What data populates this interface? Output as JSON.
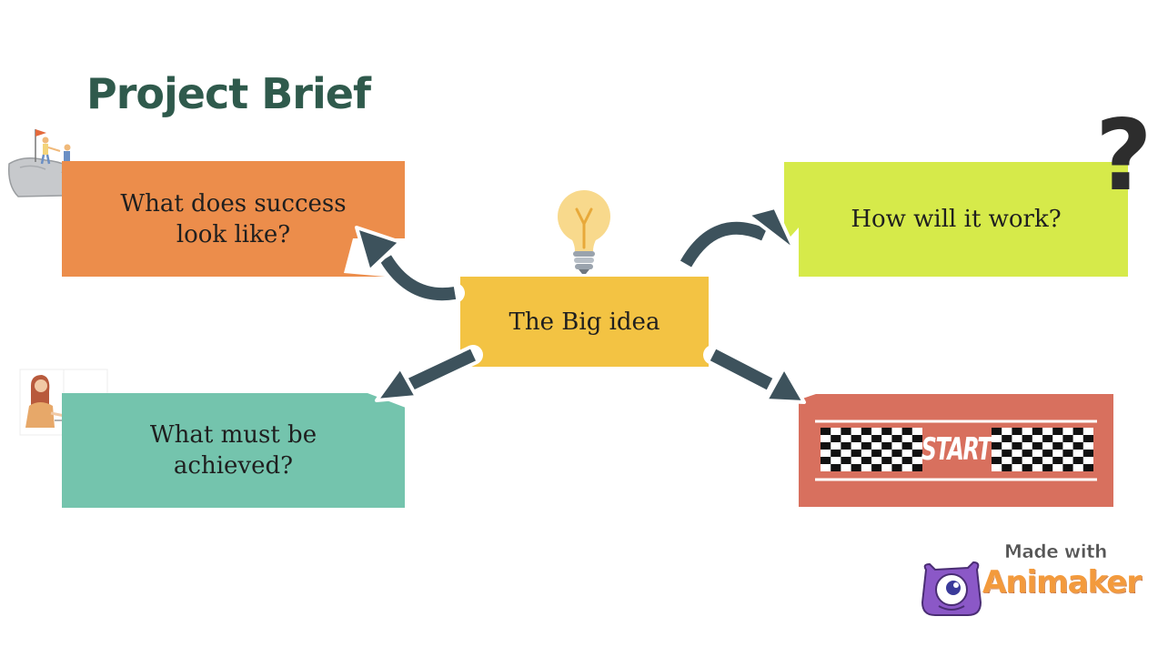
{
  "title": "Project Brief",
  "nodes": {
    "center": "The Big idea",
    "success": "What does success look like?",
    "work": "How will it work?",
    "achieve": "What must be achieved?",
    "start": "START"
  },
  "decorations": {
    "question_mark": "?",
    "watermark_line1": "Made with",
    "watermark_line2": "Animaker"
  },
  "colors": {
    "title": "#2f5a4c",
    "success_box": "#ec8d4b",
    "work_box": "#d6ea4a",
    "achieve_box": "#74c4ad",
    "idea_box": "#f3c343",
    "start_box": "#d8705e",
    "arrows": "#3d525c"
  },
  "icons": [
    "lightbulb-icon",
    "question-mark-icon",
    "checkered-flag-icon",
    "people-on-rock-icon",
    "woman-at-desk-icon",
    "animaker-logo-icon"
  ]
}
